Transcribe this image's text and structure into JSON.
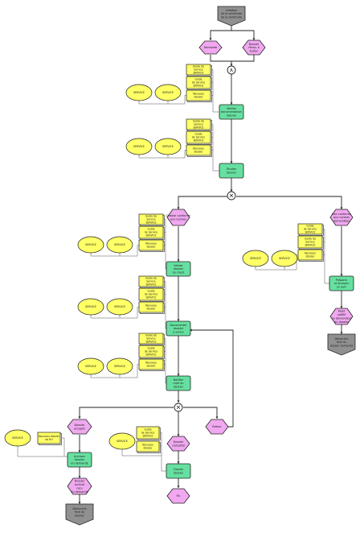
{
  "colors": {
    "event": "#f0a8f0",
    "function": "#66e0a0",
    "doc": "#ffff66",
    "role": "#ffff66",
    "start": "#909090",
    "line": "#222222"
  },
  "shapes": {
    "start_top": {
      "text": [
        "Initiation",
        "de la sollicitude",
        "de la sollicitude"
      ]
    },
    "ev_demande": {
      "text": [
        "Demande"
      ]
    },
    "ev_dossier": {
      "text": [
        "Dossier",
        "récep. à",
        "traiter"
      ]
    },
    "op_and": {
      "symbol": "∧"
    },
    "fn_verifier": {
      "text": [
        "Vérifier",
        "documentation",
        "requise"
      ]
    },
    "fn_etudier": {
      "text": [
        "Étudier",
        "dossier"
      ]
    },
    "op_xor1": {
      "symbol": "✕"
    },
    "ev_conforme": {
      "text": [
        "Dossier conforme",
        "aux normes"
      ]
    },
    "ev_non_conforme": {
      "text": [
        "Non conforme",
        "aux normes",
        "demandées"
      ]
    },
    "fn_preparer": {
      "text": [
        "Préparer",
        "et envoyer",
        "un avis"
      ]
    },
    "fn_remplir": {
      "text": [
        "Documenter",
        "dossier",
        "à suivre"
      ]
    },
    "fn_valider": {
      "text": [
        "Valider",
        "dossier",
        "du client"
      ]
    },
    "fn_notifier": {
      "text": [
        "Notifier",
        "rejet du",
        "dossier"
      ]
    },
    "ev_rejet": {
      "text": [
        "Rejet",
        "notifié",
        "au demandeur",
        "du dossier"
      ]
    },
    "end_rejet": {
      "text": [
        "Démarche",
        "finie du",
        "dossier demandé"
      ]
    },
    "op_xor2": {
      "symbol": "✕"
    },
    "ev_retour": {
      "text": [
        "Retour"
      ]
    },
    "ev_accepte": {
      "text": [
        "Dossier",
        "accepté"
      ]
    },
    "fn_archiver": {
      "text": [
        "Archiver",
        "dossier",
        "du demandé"
      ]
    },
    "ev_archive": {
      "text": [
        "Dossier",
        "archivé",
        "reçu",
        "du demandé"
      ]
    },
    "end_final": {
      "text": [
        "Démarche",
        "finie du",
        "dossier"
      ]
    },
    "ev_complete": {
      "text": [
        "Dossier",
        "complété"
      ]
    },
    "fn_classer": {
      "text": [
        "Classer",
        "dossier"
      ]
    },
    "ev_fin": {
      "text": [
        "Fin"
      ]
    }
  },
  "doc_text": {
    "a": [
      "Guide de",
      "Service",
      "SERVICE"
    ],
    "b": [
      "Guide",
      "de Service",
      "SERVICE"
    ],
    "c": [
      "Nouveau",
      "dossier"
    ],
    "d": [
      "Nouveau dossier",
      "de RH"
    ]
  },
  "role_text": "SERVICE"
}
